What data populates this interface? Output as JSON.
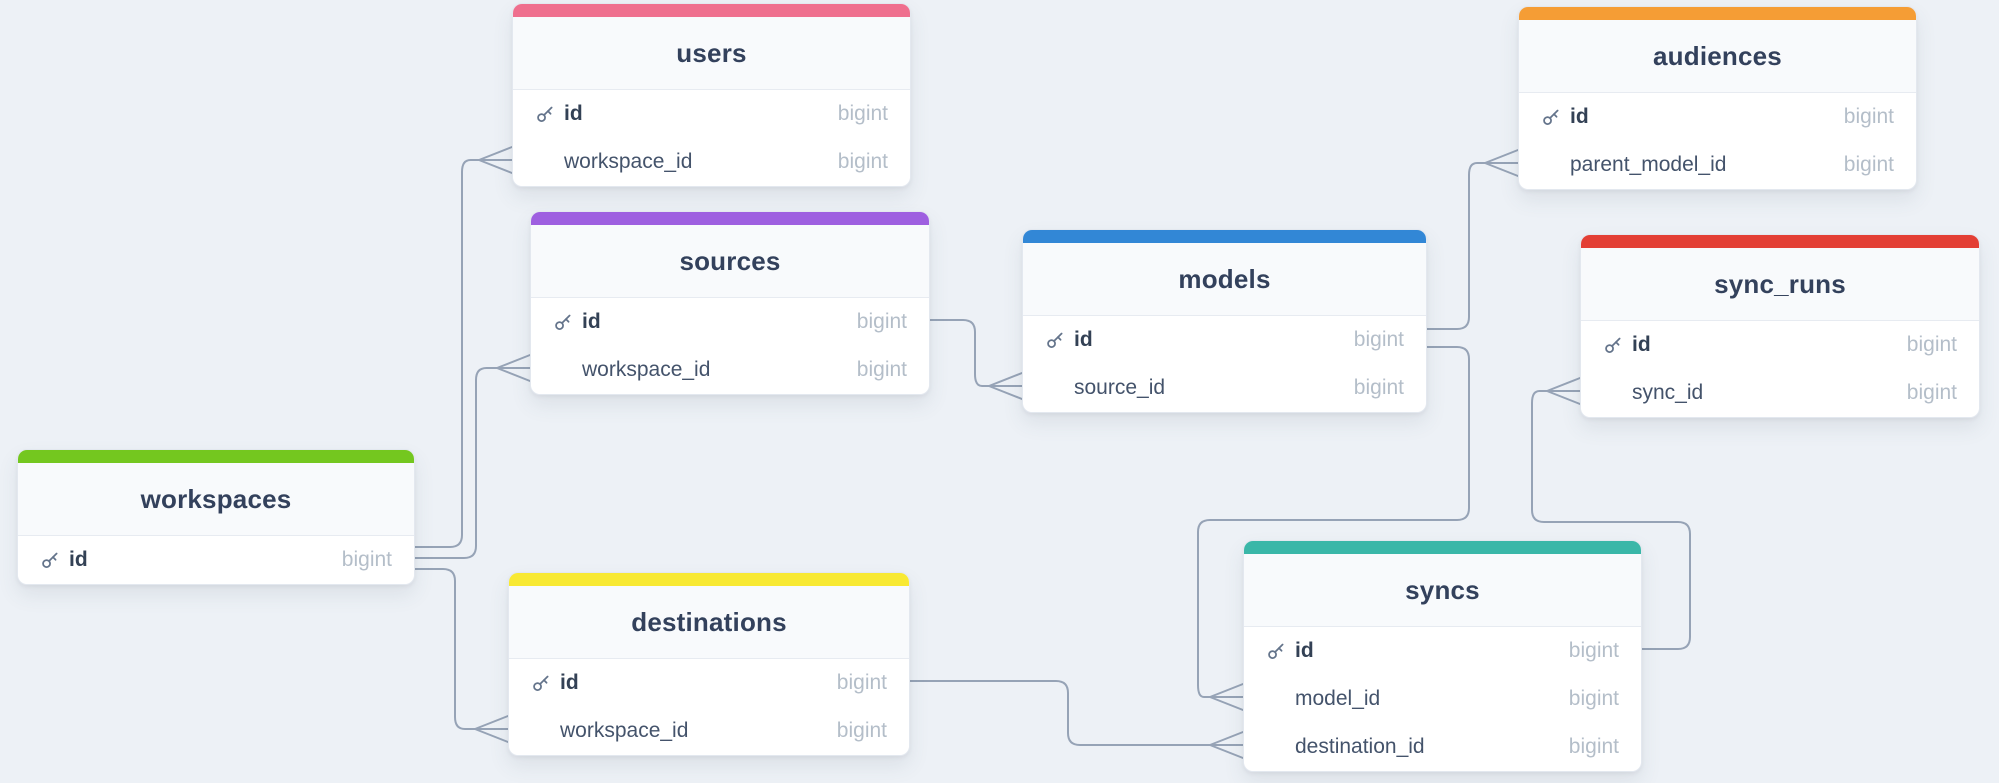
{
  "diagram": {
    "background_color": "#edf1f6",
    "line_color": "#96a3b6",
    "column_type_color": "#b4bec9",
    "tables": [
      {
        "name": "users",
        "accent": "#ef6f8e",
        "columns": [
          {
            "name": "id",
            "type": "bigint",
            "primary_key": true
          },
          {
            "name": "workspace_id",
            "type": "bigint",
            "primary_key": false
          }
        ]
      },
      {
        "name": "sources",
        "accent": "#9e5fe0",
        "columns": [
          {
            "name": "id",
            "type": "bigint",
            "primary_key": true
          },
          {
            "name": "workspace_id",
            "type": "bigint",
            "primary_key": false
          }
        ]
      },
      {
        "name": "models",
        "accent": "#3287d6",
        "columns": [
          {
            "name": "id",
            "type": "bigint",
            "primary_key": true
          },
          {
            "name": "source_id",
            "type": "bigint",
            "primary_key": false
          }
        ]
      },
      {
        "name": "audiences",
        "accent": "#f59d35",
        "columns": [
          {
            "name": "id",
            "type": "bigint",
            "primary_key": true
          },
          {
            "name": "parent_model_id",
            "type": "bigint",
            "primary_key": false
          }
        ]
      },
      {
        "name": "sync_runs",
        "accent": "#e33f35",
        "columns": [
          {
            "name": "id",
            "type": "bigint",
            "primary_key": true
          },
          {
            "name": "sync_id",
            "type": "bigint",
            "primary_key": false
          }
        ]
      },
      {
        "name": "workspaces",
        "accent": "#74c71f",
        "columns": [
          {
            "name": "id",
            "type": "bigint",
            "primary_key": true
          }
        ]
      },
      {
        "name": "destinations",
        "accent": "#f8e933",
        "columns": [
          {
            "name": "id",
            "type": "bigint",
            "primary_key": true
          },
          {
            "name": "workspace_id",
            "type": "bigint",
            "primary_key": false
          }
        ]
      },
      {
        "name": "syncs",
        "accent": "#3ab7a8",
        "columns": [
          {
            "name": "id",
            "type": "bigint",
            "primary_key": true
          },
          {
            "name": "model_id",
            "type": "bigint",
            "primary_key": false
          },
          {
            "name": "destination_id",
            "type": "bigint",
            "primary_key": false
          }
        ]
      }
    ],
    "relationships": [
      {
        "from": "workspaces.id",
        "to": "users.workspace_id"
      },
      {
        "from": "workspaces.id",
        "to": "sources.workspace_id"
      },
      {
        "from": "workspaces.id",
        "to": "destinations.workspace_id"
      },
      {
        "from": "sources.id",
        "to": "models.source_id"
      },
      {
        "from": "models.id",
        "to": "audiences.parent_model_id"
      },
      {
        "from": "models.id",
        "to": "syncs.model_id"
      },
      {
        "from": "destinations.id",
        "to": "syncs.destination_id"
      },
      {
        "from": "syncs.id",
        "to": "sync_runs.sync_id"
      }
    ]
  }
}
